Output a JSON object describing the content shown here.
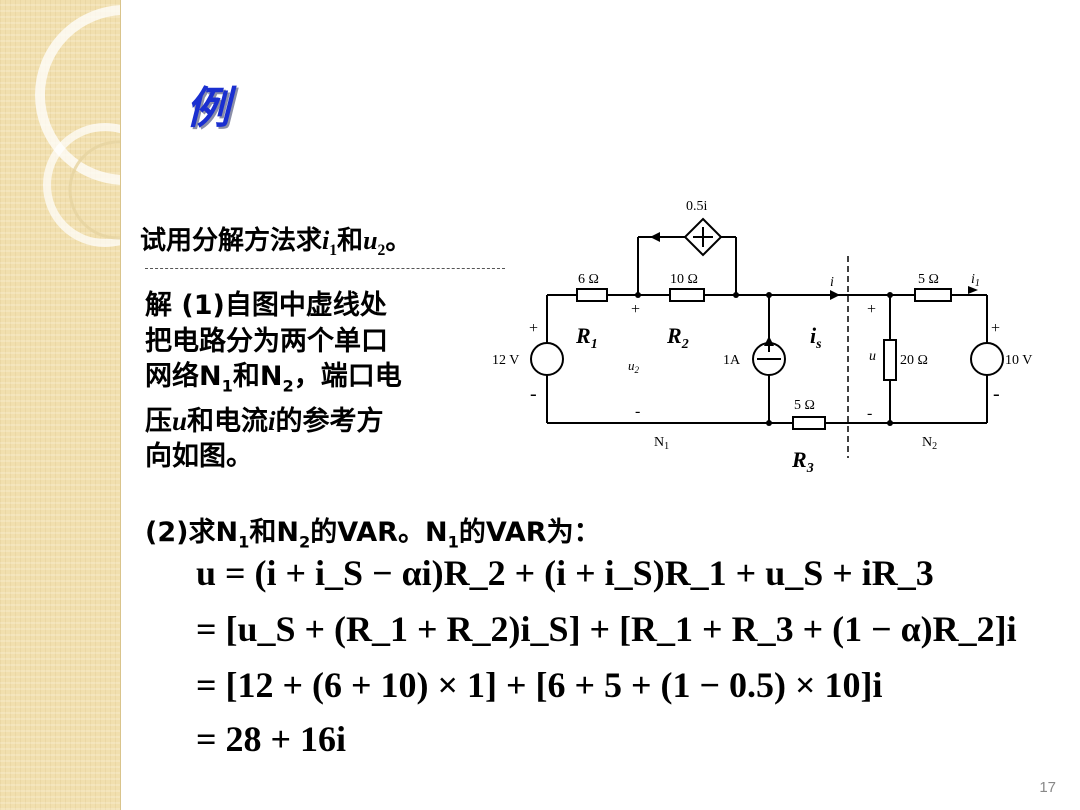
{
  "slide": {
    "title": "例",
    "page_number": "17"
  },
  "question": {
    "prefix": "试用分解方法求",
    "var1": "i",
    "var1_sub": "1",
    "middle": "和",
    "var2": "u",
    "var2_sub": "2",
    "suffix": "。"
  },
  "solution": {
    "line1": "解  (1)自图中虚线处",
    "line2": "把电路分为两个单口",
    "line3_a": "网络N",
    "line3_sub1": "1",
    "line3_b": "和N",
    "line3_sub2": "2",
    "line3_c": "，端口电",
    "line4_a": "压",
    "line4_u": "u",
    "line4_b": "和电流",
    "line4_i": "i",
    "line4_c": "的参考方",
    "line5": "向如图。"
  },
  "step2": {
    "a": "(2)求N",
    "sub1": "1",
    "b": "和N",
    "sub2": "2",
    "c": "的VAR。N",
    "sub3": "1",
    "d": "的VAR为："
  },
  "equations": {
    "eq1": "u = (i + i_S − αi)R_2 + (i + i_S)R_1 + u_S + iR_3",
    "eq2": "= [u_S + (R_1 + R_2)i_S] + [R_1 + R_3 + (1 − α)R_2]i",
    "eq3": "= [12 + (6 + 10) × 1] + [6 + 5 + (1 − 0.5) × 10]i",
    "eq4": "= 28 + 16i"
  },
  "circuit": {
    "dep_source": "0.5i",
    "r1_value": "6 Ω",
    "r2_value": "10 Ω",
    "r4_value": "5 Ω",
    "r3_value": "5 Ω",
    "r5_value": "20 Ω",
    "v_left": "12 V",
    "v_right": "10 V",
    "i_source": "1A",
    "label_r1": "R",
    "label_r1_sub": "1",
    "label_r2": "R",
    "label_r2_sub": "2",
    "label_r3": "R",
    "label_r3_sub": "3",
    "label_is": "i",
    "label_is_sub": "s",
    "label_u2": "u",
    "label_u2_sub": "2",
    "label_u": "u",
    "label_i": "i",
    "label_i1": "i",
    "label_i1_sub": "1",
    "n1": "N",
    "n1_sub": "1",
    "n2": "N",
    "n2_sub": "2",
    "plus": "+",
    "minus": "-"
  }
}
